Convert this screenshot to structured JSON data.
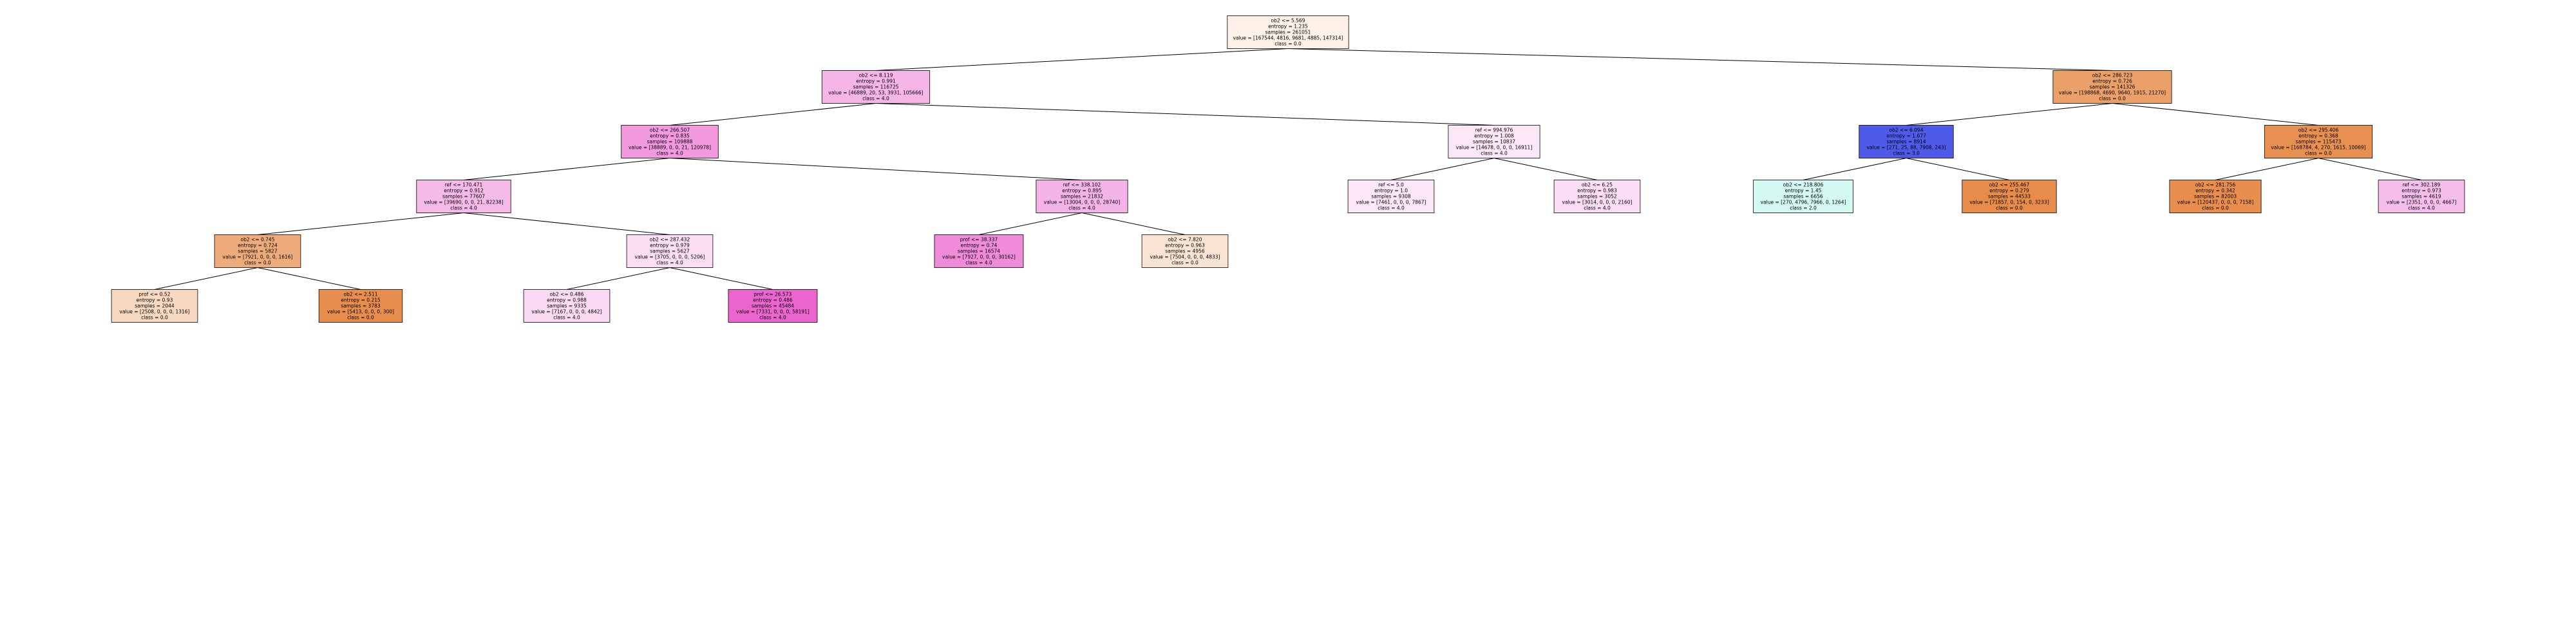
{
  "diagram": {
    "type": "decision-tree",
    "palette": {
      "class_0": "#e58139",
      "class_1": "#47e539",
      "class_2": "#39e5c5",
      "class_3": "#3947e5",
      "class_4": "#e539c0",
      "edge": "#000000",
      "border": "#000000"
    },
    "root": {
      "lines": [
        "ob2 <= 5.569",
        "entropy = 1.235",
        "samples = 261051",
        "value = [167544, 4816, 9681, 4885, 147314]",
        "class = 0.0"
      ],
      "cls": 0,
      "children": [
        {
          "lines": [
            "ob2 <= 8.119",
            "entropy = 0.991",
            "samples = 116725",
            "value = [46889, 20, 53, 3931, 105666]",
            "class = 4.0"
          ],
          "cls": 4,
          "children": [
            {
              "lines": [
                "ob2 <= 266.507",
                "entropy = 0.835",
                "samples = 109888",
                "value = [38889, 0, 0, 21, 120978]",
                "class = 4.0"
              ],
              "cls": 4,
              "children": [
                {
                  "lines": [
                    "ref <= 170.471",
                    "entropy = 0.912",
                    "samples = 77607",
                    "value = [39690, 0, 0, 21, 82238]",
                    "class = 4.0"
                  ],
                  "cls": 4,
                  "children": [
                    {
                      "lines": [
                        "ob2 <= 0.745",
                        "entropy = 0.724",
                        "samples = 5827",
                        "value = [7921, 0, 0, 0, 1616]",
                        "class = 0.0"
                      ],
                      "cls": 0,
                      "children": [
                        {
                          "lines": [
                            "prof <= 0.52",
                            "entropy = 0.93",
                            "samples = 2044",
                            "value = [2508, 0, 0, 0, 1316]",
                            "class = 0.0"
                          ],
                          "cls": 0,
                          "children": []
                        },
                        {
                          "lines": [
                            "ob2 <= 2.511",
                            "entropy = 0.215",
                            "samples = 3783",
                            "value = [5413, 0, 0, 0, 300]",
                            "class = 0.0"
                          ],
                          "cls": 0,
                          "children": []
                        }
                      ]
                    },
                    {
                      "lines": [
                        "ob2 <= 287.432",
                        "entropy = 0.979",
                        "samples = 5627",
                        "value = [3705, 0, 0, 0, 5206]",
                        "class = 4.0"
                      ],
                      "cls": 4,
                      "children": [
                        {
                          "lines": [
                            "ob2 <= 0.486",
                            "entropy = 0.988",
                            "samples = 9335",
                            "value = [7167, 0, 0, 0, 4842]",
                            "class = 4.0"
                          ],
                          "cls": 4,
                          "children": []
                        },
                        {
                          "lines": [
                            "prof <= 26.573",
                            "entropy = 0.486",
                            "samples = 45484",
                            "value = [7331, 0, 0, 0, 58191]",
                            "class = 4.0"
                          ],
                          "cls": 4,
                          "children": []
                        }
                      ]
                    }
                  ]
                },
                {
                  "lines": [
                    "ref <= 338.102",
                    "entropy = 0.895",
                    "samples = 21832",
                    "value = [13004, 0, 0, 0, 28740]",
                    "class = 4.0"
                  ],
                  "cls": 4,
                  "children": [
                    {
                      "lines": [
                        "prof <= 38.337",
                        "entropy = 0.74",
                        "samples = 16574",
                        "value = [7927, 0, 0, 0, 30162]",
                        "class = 4.0"
                      ],
                      "cls": 4,
                      "children": []
                    },
                    {
                      "lines": [
                        "ob2 <= 7.820",
                        "entropy = 0.963",
                        "samples = 4956",
                        "value = [7504, 0, 0, 0, 4833]",
                        "class = 0.0"
                      ],
                      "cls": 0,
                      "children": []
                    }
                  ]
                }
              ]
            },
            {
              "lines": [
                "ref <= 994.976",
                "entropy = 1.008",
                "samples = 10837",
                "value = [14678, 0, 0, 0, 16911]",
                "class = 4.0"
              ],
              "cls": 4,
              "children": [
                {
                  "lines": [
                    "ref <= 5.0",
                    "entropy = 1.0",
                    "samples = 9308",
                    "value = [7461, 0, 0, 0, 7867]",
                    "class = 4.0"
                  ],
                  "cls": 4,
                  "children": []
                },
                {
                  "lines": [
                    "ob2 <= 6.25",
                    "entropy = 0.983",
                    "samples = 3052",
                    "value = [3014, 0, 0, 0, 2160]",
                    "class = 4.0"
                  ],
                  "cls": 4,
                  "children": []
                }
              ]
            }
          ]
        },
        {
          "lines": [
            "ob2 <= 286.723",
            "entropy = 0.726",
            "samples = 141326",
            "value = [198868, 4690, 9640, 1915, 21270]",
            "class = 0.0"
          ],
          "cls": 0,
          "children": [
            {
              "lines": [
                "ob2 <= 6.094",
                "entropy = 1.677",
                "samples = 8914",
                "value = [271, 25, 88, 7908, 243]",
                "class = 3.0"
              ],
              "cls": 3,
              "children": [
                {
                  "lines": [
                    "ob2 <= 218.806",
                    "entropy = 1.45",
                    "samples = 6656",
                    "value = [270, 4796, 7966, 0, 1264]",
                    "class = 2.0"
                  ],
                  "cls": 2,
                  "children": []
                },
                {
                  "lines": [
                    "ob2 <= 255.467",
                    "entropy = 0.279",
                    "samples = 44533",
                    "value = [71857, 0, 154, 0, 3233]",
                    "class = 0.0"
                  ],
                  "cls": 0,
                  "children": []
                }
              ]
            },
            {
              "lines": [
                "ob2 <= 295.406",
                "entropy = 0.368",
                "samples = 115473",
                "value = [168784, 4, 270, 1615, 10069]",
                "class = 0.0"
              ],
              "cls": 0,
              "children": [
                {
                  "lines": [
                    "ob2 <= 281.756",
                    "entropy = 0.342",
                    "samples = 82003",
                    "value = [120437, 0, 0, 0, 7158]",
                    "class = 0.0"
                  ],
                  "cls": 0,
                  "children": []
                },
                {
                  "lines": [
                    "ref <= 302.189",
                    "entropy = 0.973",
                    "samples = 4619",
                    "value = [2351, 0, 0, 0, 4667]",
                    "class = 4.0"
                  ],
                  "cls": 4,
                  "children": []
                }
              ]
            }
          ]
        }
      ]
    }
  }
}
